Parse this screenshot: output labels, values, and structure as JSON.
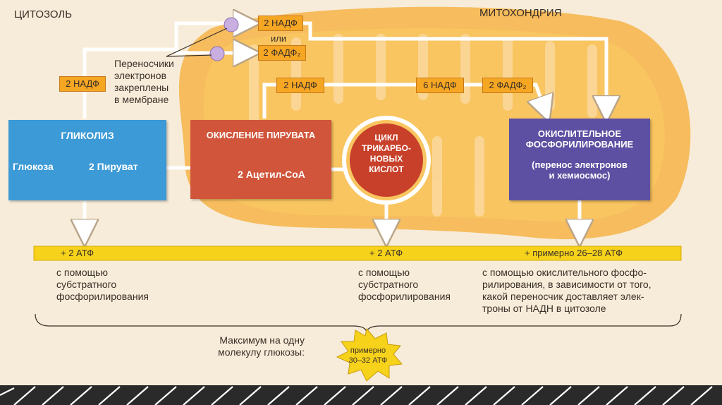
{
  "labels": {
    "cytosol": "ЦИТОЗОЛЬ",
    "mitochondria": "МИТОХОНДРИЯ",
    "carriers": [
      "Переносчики",
      "электронов",
      "закреплены",
      "в мембране"
    ]
  },
  "carriers": {
    "left_nadh": "2 НАДФ",
    "top_nadh": "2 НАДФ",
    "or": "или",
    "top_fadh": "2 ФАДФ₂",
    "mid_nadh": "2 НАДФ",
    "six_nadh": "6 НАДФ",
    "mid_fadh": "2 ФАДФ₂"
  },
  "stages": {
    "glycolysis": {
      "title": "ГЛИКОЛИЗ",
      "from": "Глюкоза",
      "to": "2 Пируват"
    },
    "pyruvate": {
      "title": "ОКИСЛЕНИЕ ПИРУВАТА",
      "product": "2 Ацетил-СоА"
    },
    "krebs": {
      "lines": [
        "ЦИКЛ",
        "ТРИКАРБО-",
        "НОВЫХ",
        "КИСЛОТ"
      ]
    },
    "oxphos": {
      "title1": "ОКИСЛИТЕЛЬНОЕ",
      "title2": "ФОСФОРИЛИРОВАНИЕ",
      "sub1": "(перенос электронов",
      "sub2": "и хемиосмос)"
    }
  },
  "atp_bar": {
    "left": "+ 2 АТФ",
    "middle": "+ 2 АТФ",
    "right": "+ примерно 26–28 АТФ"
  },
  "notes": {
    "left": [
      "с помощью",
      "субстратного",
      "фосфорилирования"
    ],
    "middle": [
      "с помощью",
      "субстратного",
      "фосфорилирования"
    ],
    "right": [
      "с помощью окислительного фосфо-",
      "рилирования, в зависимости от того,",
      "какой переносчик доставляет элек-",
      "троны от НАДН в цитозоле"
    ]
  },
  "summary": {
    "label": [
      "Максимум на одну",
      "молекулу глюкозы:"
    ],
    "burst": [
      "примерно",
      "30–32 АТФ"
    ]
  },
  "colors": {
    "glycolysis": "#3c9ad6",
    "pyruvate": "#d0553a",
    "krebs": "#c8402a",
    "oxphos": "#5d4fa1",
    "bar": "#f6d21b",
    "carrier": "#f5a623",
    "mito": "#f6b447"
  }
}
